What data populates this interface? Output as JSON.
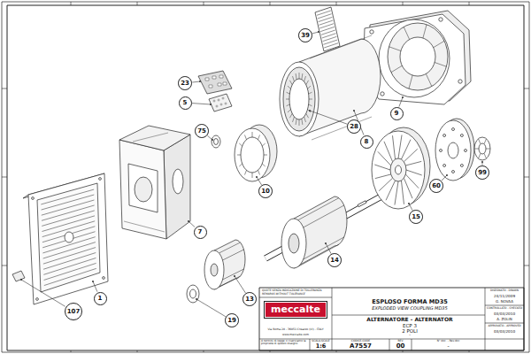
{
  "diagram": {
    "title": "ESPLOSO FORMA MD35",
    "nodes": [
      {
        "text": [
          "39"
        ]
      },
      {
        "text": [
          "23"
        ]
      },
      {
        "text": [
          "5"
        ]
      },
      {
        "text": [
          "9"
        ]
      },
      {
        "text": [
          "28"
        ]
      },
      {
        "text": [
          "75"
        ]
      },
      {
        "text": [
          "8"
        ]
      },
      {
        "text": [
          "99"
        ]
      },
      {
        "text": [
          "60"
        ]
      },
      {
        "text": [
          "10"
        ]
      },
      {
        "text": [
          "15"
        ]
      },
      {
        "text": [
          "7"
        ]
      },
      {
        "text": [
          "14"
        ]
      },
      {
        "text": [
          "1"
        ]
      },
      {
        "text": [
          "13"
        ]
      },
      {
        "text": [
          "107"
        ]
      },
      {
        "text": [
          "19"
        ]
      },
      {
        "text": [
          "meccalte"
        ]
      }
    ],
    "labels": [
      "QUOTE SENZA INDICAZIONE DI TOLLERANZA",
      "REMARKS WITHOUT TOLERANCE",
      "EXPLODED VIEW COUPLING MD35",
      "ALTERNATORE - ALTERNATOR",
      "ECP 3",
      "2 POLI",
      "-",
      "Via Roma 20 - 36051 Creazzo (VI) - ITALY",
      "www.meccalte.com",
      "A termini di legge ci riserviamo la proprietà di questo disegno",
      "DISEGNATO - DRAWN",
      "24/11/2009",
      "G. NOVAA",
      "CONTROLLATO - CHECKED",
      "03/03/2010",
      "A. ZOLIN",
      "APPROVATO - APPROVED",
      "03/03/2010",
      "SCALA-SCALE",
      "1:6",
      "CODICE-CODE",
      "A7557",
      "REV",
      "00",
      "N° doc. - Rev.doc",
      "-"
    ]
  }
}
